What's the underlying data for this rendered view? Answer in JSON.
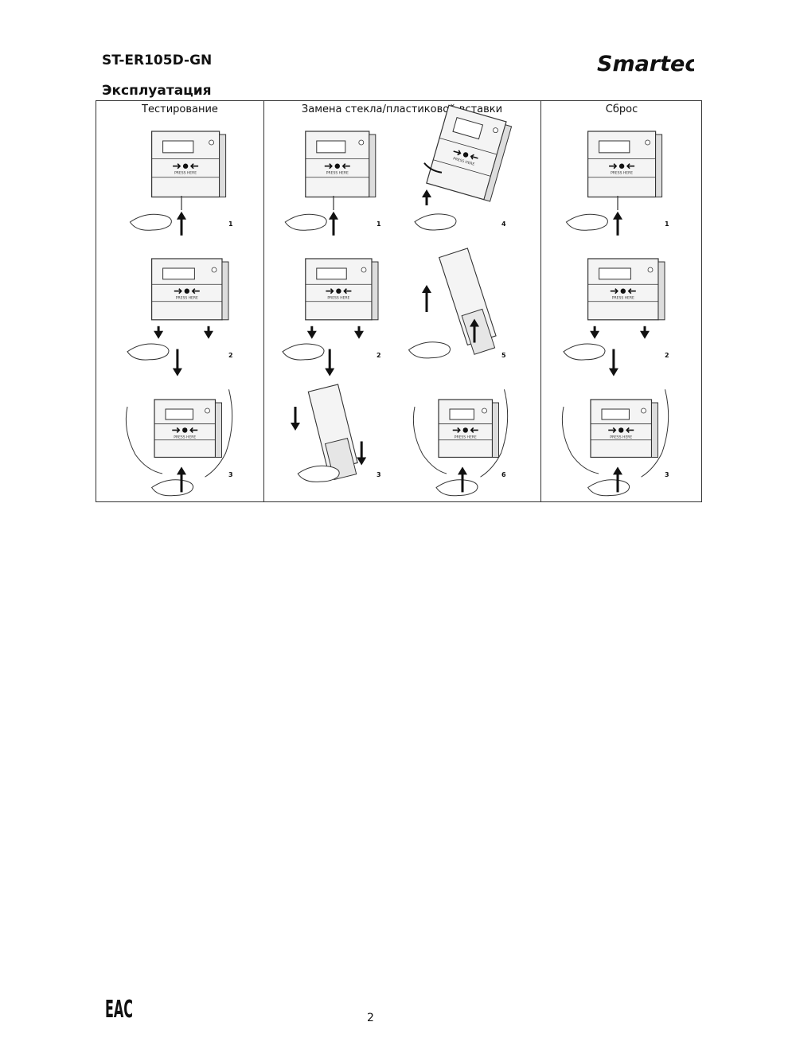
{
  "header": {
    "model": "ST-ER105D-GN",
    "brand": "Smartec"
  },
  "section": {
    "title": "Эксплуатация"
  },
  "table": {
    "columns": [
      {
        "label": "Тестирование"
      },
      {
        "label": "Замена стекла/пластиковой вставки"
      },
      {
        "label": "Сброс"
      }
    ]
  },
  "device": {
    "label": "PRESS HERE"
  },
  "panels": {
    "test": [
      "1",
      "2",
      "3"
    ],
    "replace": [
      "1",
      "4",
      "2",
      "5",
      "3",
      "6"
    ],
    "reset": [
      "1",
      "2",
      "3"
    ]
  },
  "footer": {
    "certification": "EAC",
    "page_number": "2"
  }
}
